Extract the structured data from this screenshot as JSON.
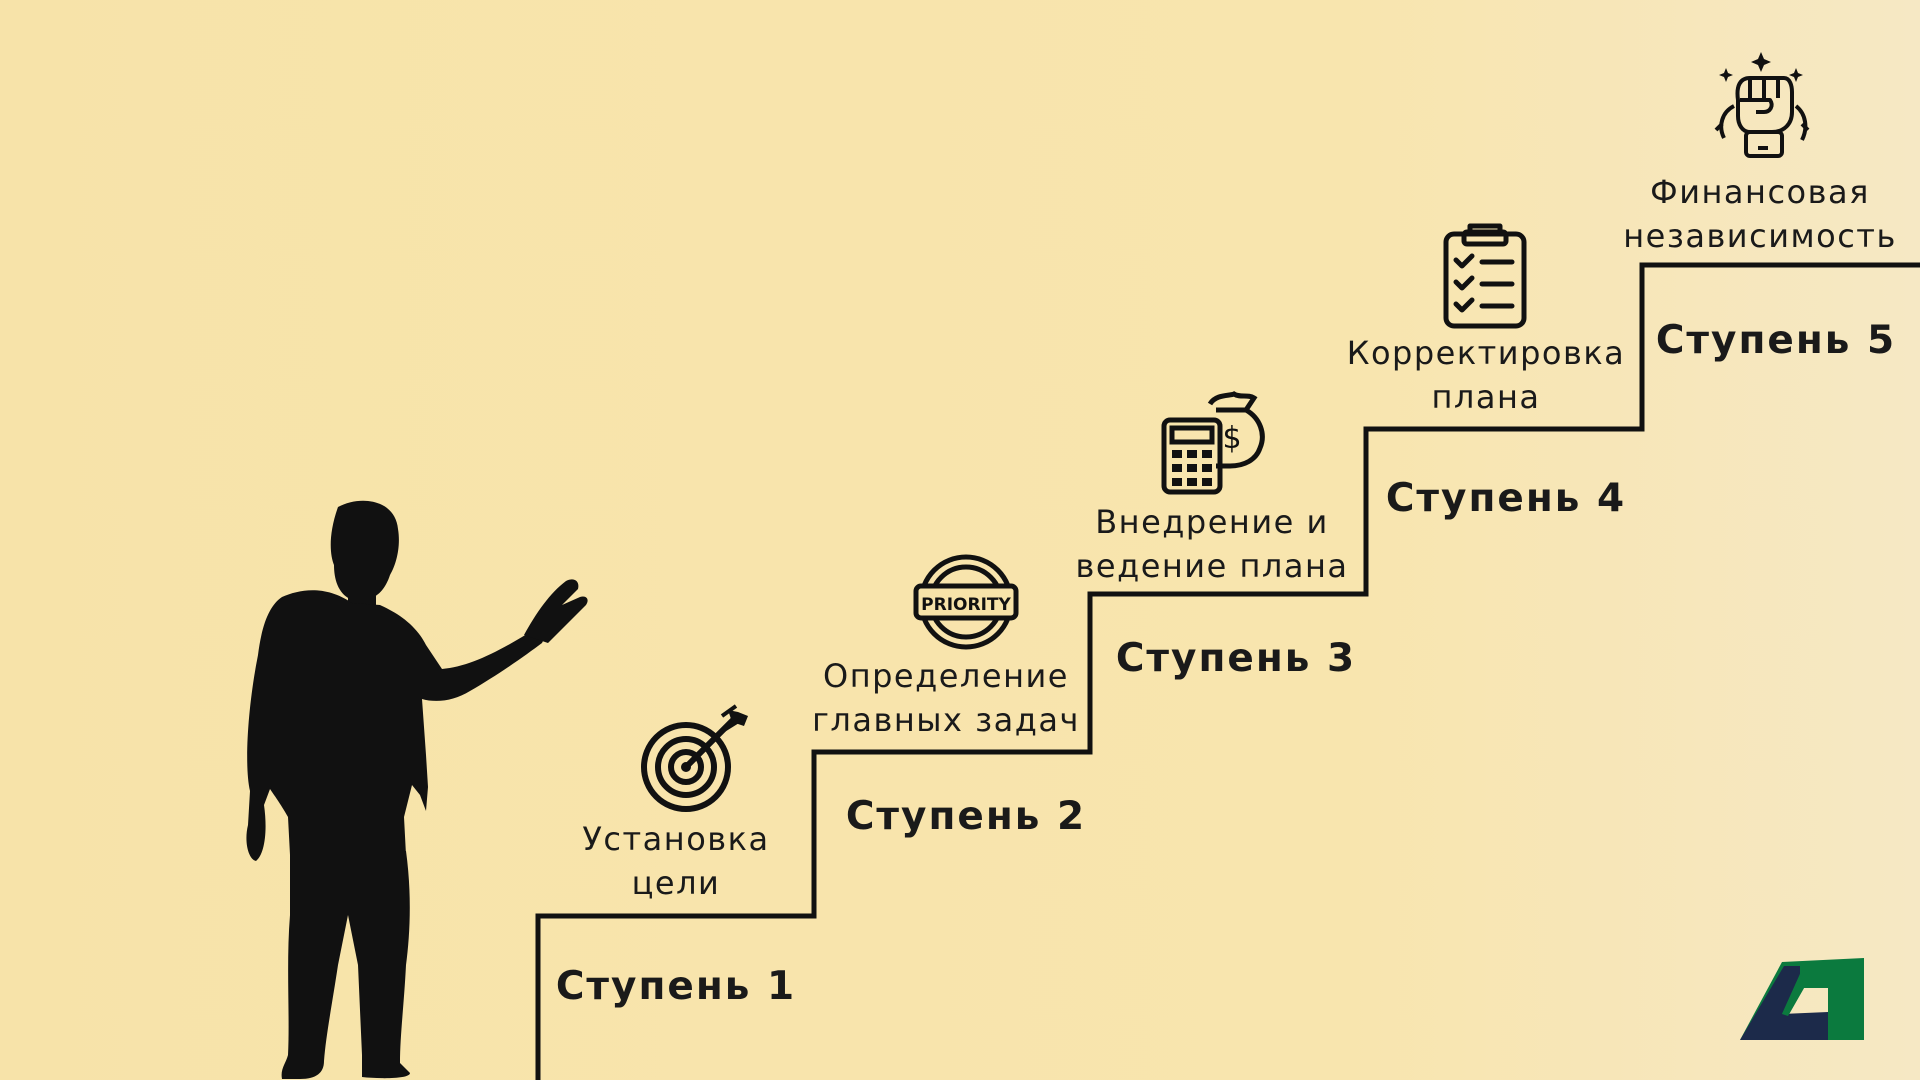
{
  "colors": {
    "background": "#f7e3a9",
    "ink": "#111111",
    "logo_green": "#0b7a3e",
    "logo_navy": "#1c2a4a"
  },
  "steps": [
    {
      "name": "Ступень 1",
      "label": [
        "Установка",
        "цели"
      ],
      "icon": "target-icon"
    },
    {
      "name": "Ступень 2",
      "label": [
        "Определение",
        "главных задач"
      ],
      "icon": "priority-stamp-icon"
    },
    {
      "name": "Ступень 3",
      "label": [
        "Внедрение и",
        "ведение плана"
      ],
      "icon": "calculator-money-bag-icon"
    },
    {
      "name": "Ступень 4",
      "label": [
        "Корректировка",
        "плана"
      ],
      "icon": "clipboard-checklist-icon"
    },
    {
      "name": "Ступень 5",
      "label": [
        "Финансовая",
        "независимость"
      ],
      "icon": "raised-fist-icon"
    }
  ],
  "icon_text": {
    "priority": "PRIORITY",
    "dollar": "$"
  }
}
